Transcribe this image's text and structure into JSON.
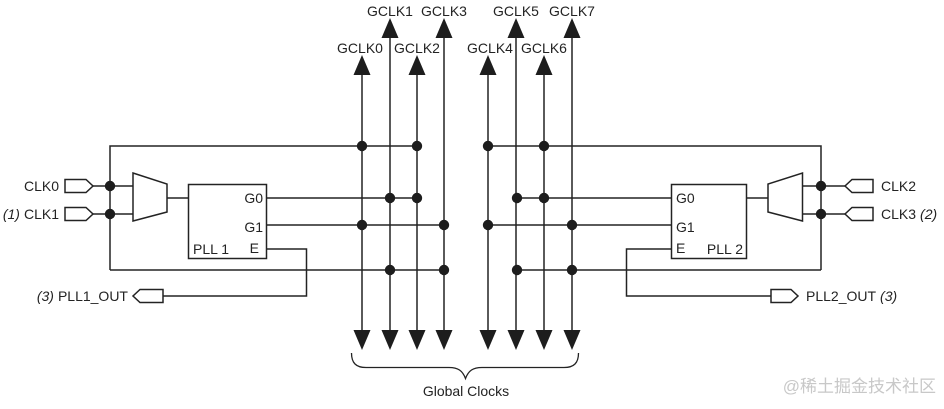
{
  "gclk": {
    "upper": [
      "GCLK1",
      "GCLK3",
      "GCLK5",
      "GCLK7"
    ],
    "lower": [
      "GCLK0",
      "GCLK2",
      "GCLK4",
      "GCLK6"
    ]
  },
  "left": {
    "clk0_label": "CLK0",
    "clk1_note": "(1)",
    "clk1_label": "CLK1",
    "pll_name": "PLL 1",
    "port_g0": "G0",
    "port_g1": "G1",
    "port_e": "E",
    "out_note": "(3)",
    "out_label": "PLL1_OUT"
  },
  "right": {
    "clk2_label": "CLK2",
    "clk3_label": "CLK3",
    "clk3_note": "(2)",
    "pll_name": "PLL 2",
    "port_g0": "G0",
    "port_g1": "G1",
    "port_e": "E",
    "out_label": "PLL2_OUT",
    "out_note": "(3)"
  },
  "footer": {
    "brace_label": "Global Clocks"
  },
  "watermark": "@稀土掘金技术社区",
  "colors": {
    "line": "#232323",
    "text": "#232323",
    "dot": "#1d1d1d",
    "watermark": "#c8c8c8",
    "background": "#ffffff"
  }
}
